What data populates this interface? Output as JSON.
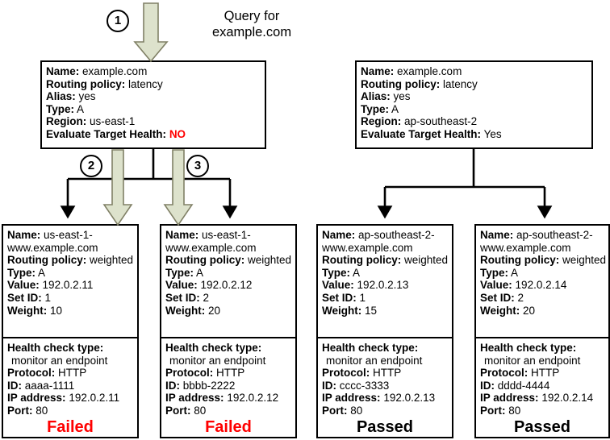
{
  "diagram": {
    "title": "Route 53 latency alias with weighted records and health checks",
    "colors": {
      "arrow_fill": "#dde2cc",
      "arrow_stroke": "#808066",
      "connector": "#000000",
      "failed": "#ff0000",
      "passed": "#000000"
    },
    "query": {
      "label_line1": "Query for",
      "label_line2": "example.com",
      "step": "1"
    },
    "steps": [
      {
        "id": "step-1",
        "number": "1"
      },
      {
        "id": "step-2",
        "number": "2"
      },
      {
        "id": "step-3",
        "number": "3"
      }
    ],
    "alias_records": [
      {
        "id": "alias-us-east-1",
        "rows": [
          {
            "key": "Name:",
            "value": "example.com",
            "red": false
          },
          {
            "key": "Routing policy:",
            "value": "latency",
            "red": false
          },
          {
            "key": "Alias:",
            "value": "yes",
            "red": false
          },
          {
            "key": "Type:",
            "value": "A",
            "red": false
          },
          {
            "key": "Region:",
            "value": "us-east-1",
            "red": false
          },
          {
            "key": "Evaluate Target Health:",
            "value": "NO",
            "red": true
          }
        ]
      },
      {
        "id": "alias-ap-southeast-2",
        "rows": [
          {
            "key": "Name:",
            "value": "example.com",
            "red": false
          },
          {
            "key": "Routing policy:",
            "value": "latency",
            "red": false
          },
          {
            "key": "Alias:",
            "value": "yes",
            "red": false
          },
          {
            "key": "Type:",
            "value": "A",
            "red": false
          },
          {
            "key": "Region:",
            "value": "ap-southeast-2",
            "red": false
          },
          {
            "key": "Evaluate Target Health:",
            "value": "Yes",
            "red": false
          }
        ]
      }
    ],
    "weighted_records": [
      {
        "id": "record-1",
        "name_key": "Name:",
        "name_value": "us-east-1-",
        "name_cont": "www.example.com",
        "rows": [
          {
            "key": "Routing policy:",
            "value": "weighted"
          },
          {
            "key": "Type:",
            "value": "A"
          },
          {
            "key": "Value:",
            "value": "192.0.2.11"
          },
          {
            "key": "Set ID:",
            "value": "1"
          },
          {
            "key": "Weight:",
            "value": "10"
          }
        ]
      },
      {
        "id": "record-2",
        "name_key": "Name:",
        "name_value": "us-east-1-",
        "name_cont": "www.example.com",
        "rows": [
          {
            "key": "Routing policy:",
            "value": "weighted"
          },
          {
            "key": "Type:",
            "value": "A"
          },
          {
            "key": "Value:",
            "value": "192.0.2.12"
          },
          {
            "key": "Set ID:",
            "value": "2"
          },
          {
            "key": "Weight:",
            "value": "20"
          }
        ]
      },
      {
        "id": "record-3",
        "name_key": "Name:",
        "name_value": "ap-southeast-2-",
        "name_cont": "www.example.com",
        "rows": [
          {
            "key": "Routing policy:",
            "value": "weighted"
          },
          {
            "key": "Type:",
            "value": "A"
          },
          {
            "key": "Value:",
            "value": "192.0.2.13"
          },
          {
            "key": "Set ID:",
            "value": "1"
          },
          {
            "key": "Weight:",
            "value": "15"
          }
        ]
      },
      {
        "id": "record-4",
        "name_key": "Name:",
        "name_value": "ap-southeast-2-",
        "name_cont": "www.example.com",
        "rows": [
          {
            "key": "Routing policy:",
            "value": "weighted"
          },
          {
            "key": "Type:",
            "value": "A"
          },
          {
            "key": "Value:",
            "value": "192.0.2.14"
          },
          {
            "key": "Set ID:",
            "value": "2"
          },
          {
            "key": "Weight:",
            "value": "20"
          }
        ]
      }
    ],
    "health_checks": [
      {
        "id": "health-check-1",
        "type_key": "Health check type:",
        "type_value": "monitor an endpoint",
        "rows": [
          {
            "key": "Protocol:",
            "value": "HTTP"
          },
          {
            "key": "ID:",
            "value": "aaaa-1111"
          },
          {
            "key": "IP address:",
            "value": "192.0.2.11"
          },
          {
            "key": "Port:",
            "value": "80"
          }
        ],
        "status": "Failed",
        "status_state": "failed"
      },
      {
        "id": "health-check-2",
        "type_key": "Health check type:",
        "type_value": "monitor an endpoint",
        "rows": [
          {
            "key": "Protocol:",
            "value": "HTTP"
          },
          {
            "key": "ID:",
            "value": "bbbb-2222"
          },
          {
            "key": "IP address:",
            "value": "192.0.2.12"
          },
          {
            "key": "Port:",
            "value": "80"
          }
        ],
        "status": "Failed",
        "status_state": "failed"
      },
      {
        "id": "health-check-3",
        "type_key": "Health check type:",
        "type_value": "monitor an endpoint",
        "rows": [
          {
            "key": "Protocol:",
            "value": "HTTP"
          },
          {
            "key": "ID:",
            "value": "cccc-3333"
          },
          {
            "key": "IP address:",
            "value": "192.0.2.13"
          },
          {
            "key": "Port:",
            "value": "80"
          }
        ],
        "status": "Passed",
        "status_state": "passed"
      },
      {
        "id": "health-check-4",
        "type_key": "Health check type:",
        "type_value": "monitor an endpoint",
        "rows": [
          {
            "key": "Protocol:",
            "value": "HTTP"
          },
          {
            "key": "ID:",
            "value": "dddd-4444"
          },
          {
            "key": "IP address:",
            "value": "192.0.2.14"
          },
          {
            "key": "Port:",
            "value": "80"
          }
        ],
        "status": "Passed",
        "status_state": "passed"
      }
    ]
  }
}
